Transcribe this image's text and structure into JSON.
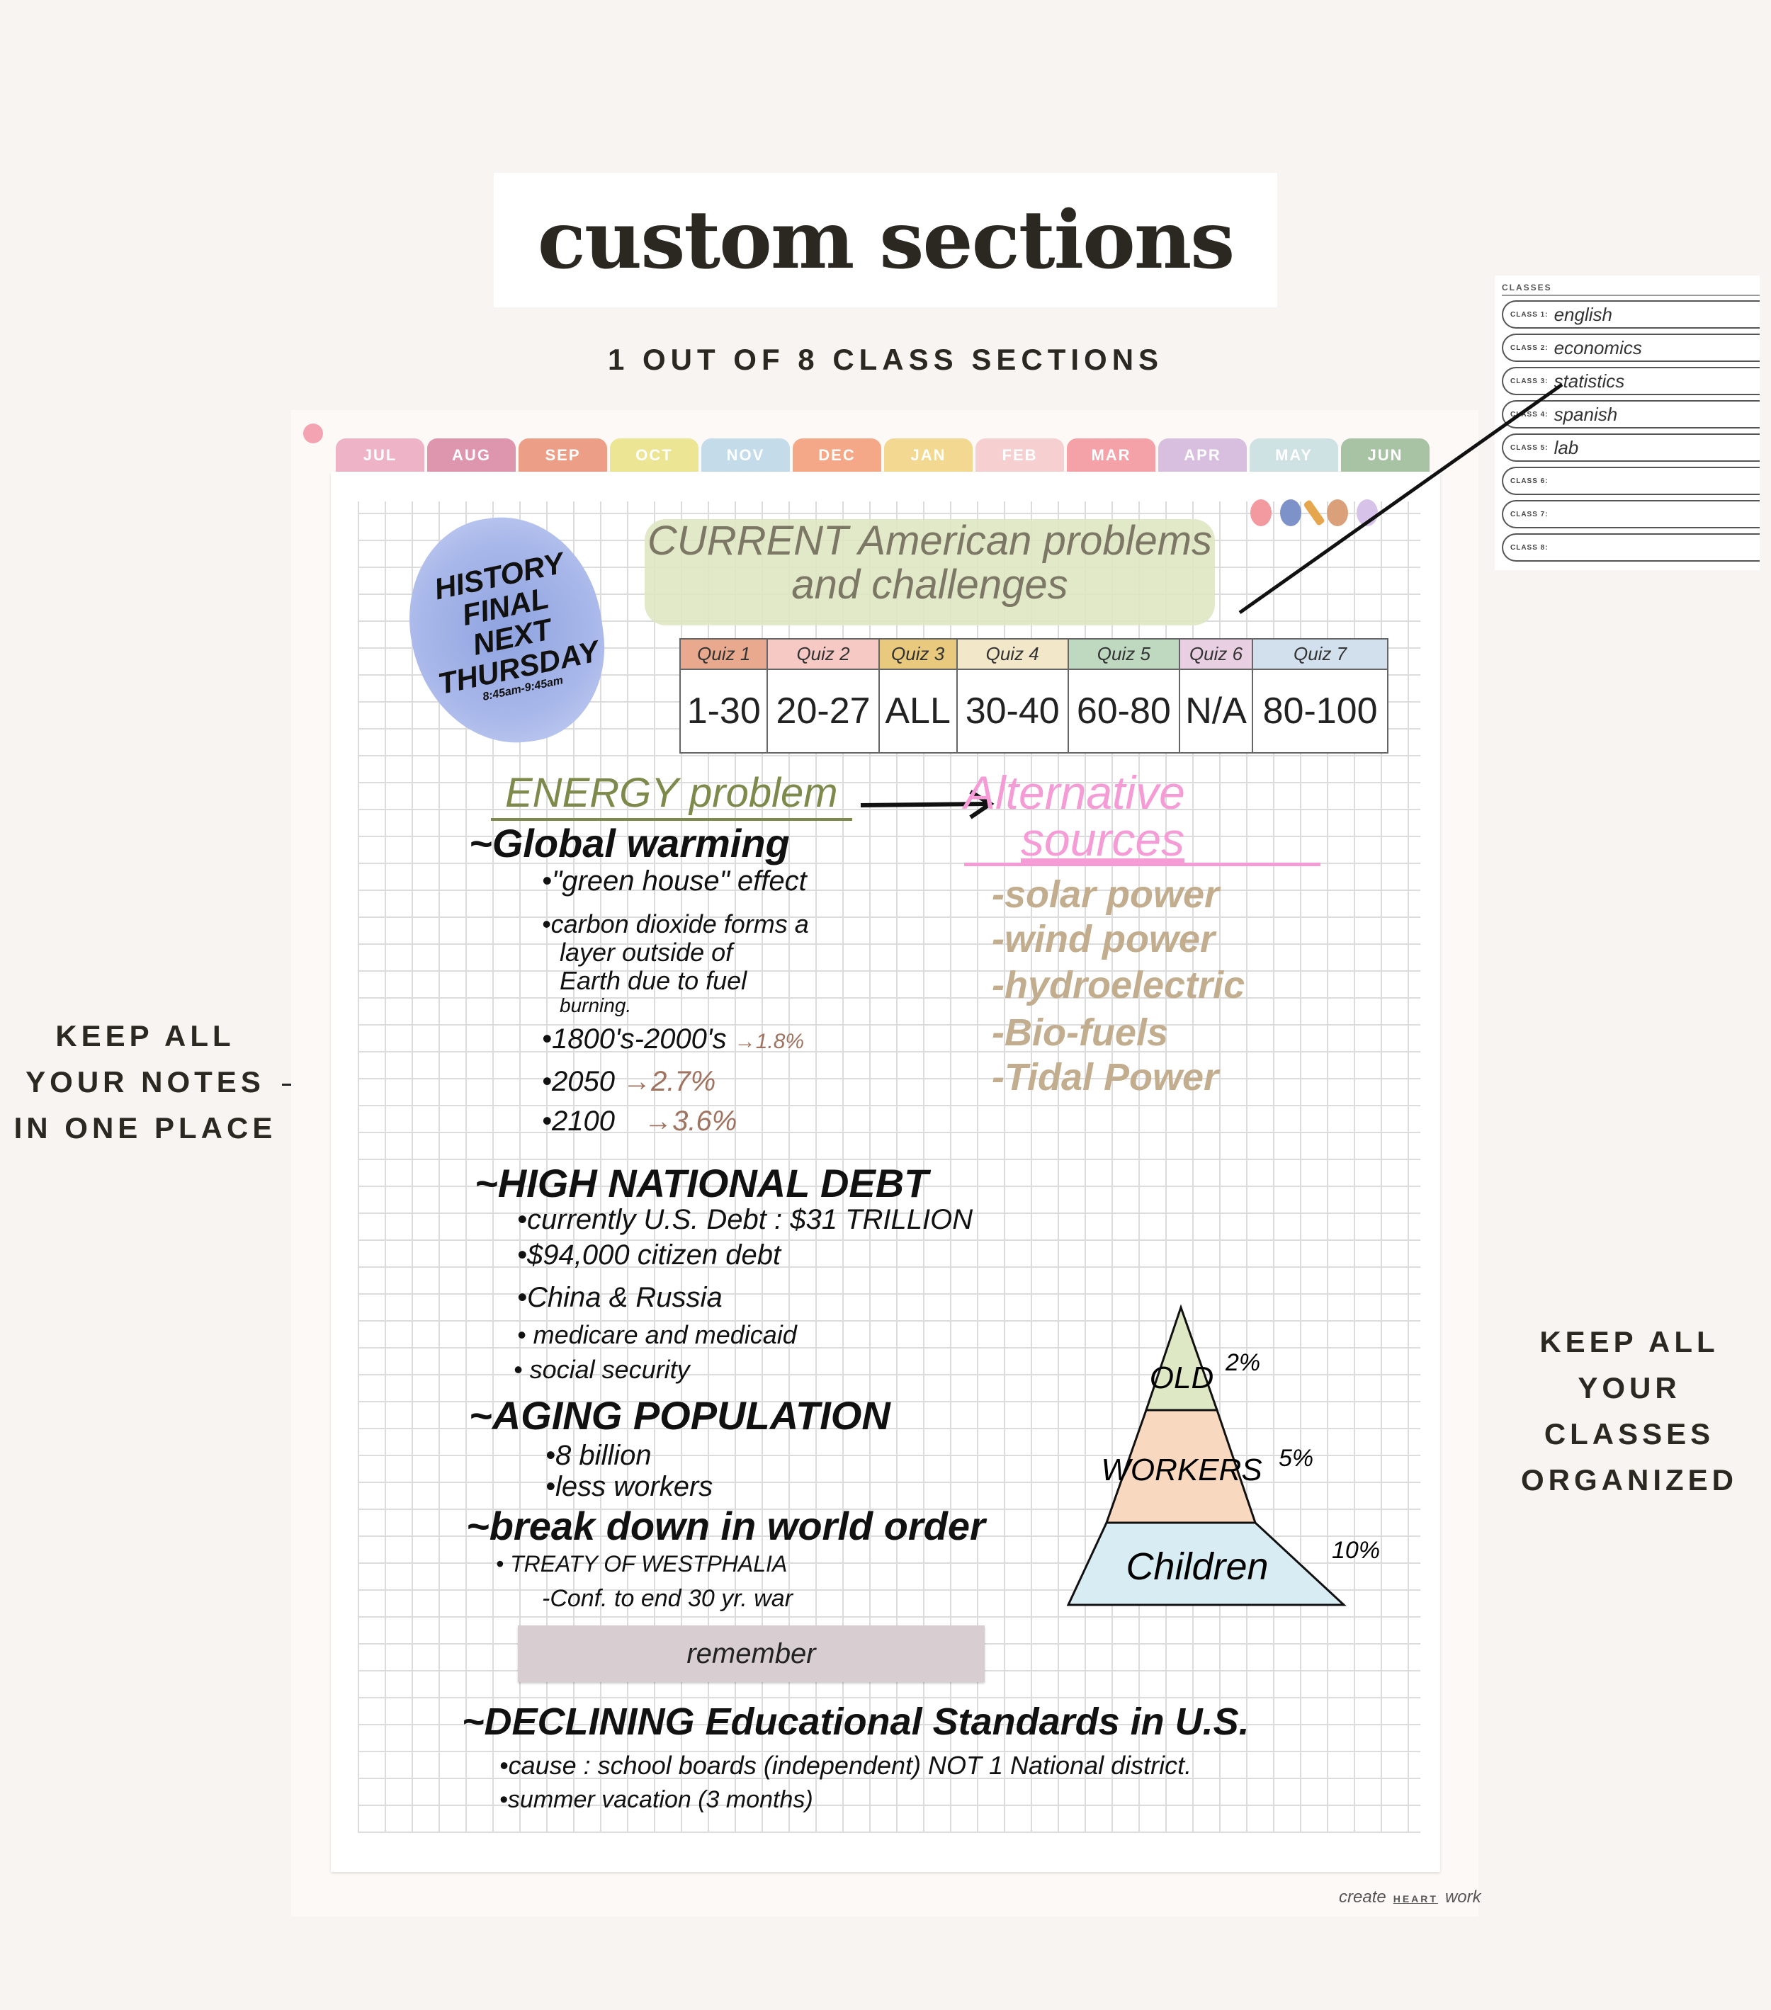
{
  "header": {
    "title": "custom sections",
    "subtitle": "1 OUT OF 8 CLASS SECTIONS"
  },
  "left_callout": [
    "KEEP ALL",
    "YOUR NOTES",
    "IN ONE PLACE"
  ],
  "right_callout": [
    "KEEP ALL",
    "YOUR",
    "CLASSES",
    "ORGANIZED"
  ],
  "tabs": [
    {
      "label": "JUL",
      "color": "#eeb3c6"
    },
    {
      "label": "AUG",
      "color": "#de95ae"
    },
    {
      "label": "SEP",
      "color": "#ec9f86"
    },
    {
      "label": "OCT",
      "color": "#ece594"
    },
    {
      "label": "NOV",
      "color": "#c4dcea"
    },
    {
      "label": "DEC",
      "color": "#f5a887"
    },
    {
      "label": "JAN",
      "color": "#f2d890"
    },
    {
      "label": "FEB",
      "color": "#f6cfd1"
    },
    {
      "label": "MAR",
      "color": "#f4a2a8"
    },
    {
      "label": "APR",
      "color": "#d9bfdf"
    },
    {
      "label": "MAY",
      "color": "#cfe2e3"
    },
    {
      "label": "JUN",
      "color": "#a8c3a4"
    }
  ],
  "classes_panel": {
    "heading": "CLASSES",
    "items": [
      {
        "label": "CLASS 1:",
        "value": "english"
      },
      {
        "label": "CLASS 2:",
        "value": "economics"
      },
      {
        "label": "CLASS 3:",
        "value": "statistics"
      },
      {
        "label": "CLASS 4:",
        "value": "spanish"
      },
      {
        "label": "CLASS 5:",
        "value": "lab"
      },
      {
        "label": "CLASS 6:",
        "value": ""
      },
      {
        "label": "CLASS 7:",
        "value": ""
      },
      {
        "label": "CLASS 8:",
        "value": ""
      }
    ]
  },
  "notes": {
    "reminder": {
      "l1": "HISTORY",
      "l2": "FINAL",
      "l3": "NEXT",
      "l4": "THURSDAY",
      "l5": "8:45am-9:45am"
    },
    "title": {
      "l1": "CURRENT American problems",
      "l2": "and challenges"
    },
    "quiz_table": {
      "headers": [
        "Quiz 1",
        "Quiz 2",
        "Quiz 3",
        "Quiz 4",
        "Quiz 5",
        "Quiz 6",
        "Quiz 7"
      ],
      "values": [
        "1-30",
        "20-27",
        "ALL",
        "30-40",
        "60-80",
        "N/A",
        "80-100"
      ]
    },
    "energy": "ENERGY problem",
    "alternative": {
      "l1": "Alternative",
      "l2": "sources",
      "items": [
        "-solar power",
        "-wind power",
        "-hydroelectric",
        "-Bio-fuels",
        "-Tidal Power"
      ]
    },
    "global_warming": {
      "heading": "~Global warming",
      "b1": "•\"green house\" effect",
      "b2": "•carbon dioxide forms a",
      "b3": "layer outside of",
      "b4": "Earth due to fuel",
      "b5": "burning.",
      "b6": "•1800's-2000's",
      "b6v": "→1.8%",
      "b7": "•2050",
      "b7v": "→2.7%",
      "b8": "•2100",
      "b8v": "→3.6%"
    },
    "debt": {
      "heading": "~HIGH NATIONAL DEBT",
      "b1": "•currently U.S. Debt : $31 TRILLION",
      "b2": "•$94,000 citizen debt",
      "b3": "•China & Russia",
      "b4": "• medicare and medicaid",
      "b5": "• social security"
    },
    "aging": {
      "heading": "~AGING POPULATION",
      "b1": "•8 billion",
      "b2": "•less workers"
    },
    "world": {
      "heading": "~break down in world order",
      "b1": "• TREATY OF WESTPHALIA",
      "b2": "-Conf. to end 30 yr. war"
    },
    "sticky": "remember",
    "education": {
      "heading": "~DECLINING Educational Standards in U.S.",
      "b1": "•cause : school boards (independent) NOT 1 National district.",
      "b2": "•summer vacation (3 months)"
    },
    "pyramid": {
      "levels": [
        {
          "label": "OLD",
          "pct": "2%",
          "color": "#dfe8c4"
        },
        {
          "label": "WORKERS",
          "pct": "5%",
          "color": "#f8d9bf"
        },
        {
          "label": "Children",
          "pct": "10%",
          "color": "#d8ecf3"
        }
      ]
    }
  },
  "footer": {
    "a": "create",
    "b": "HEART",
    "c": "work"
  }
}
